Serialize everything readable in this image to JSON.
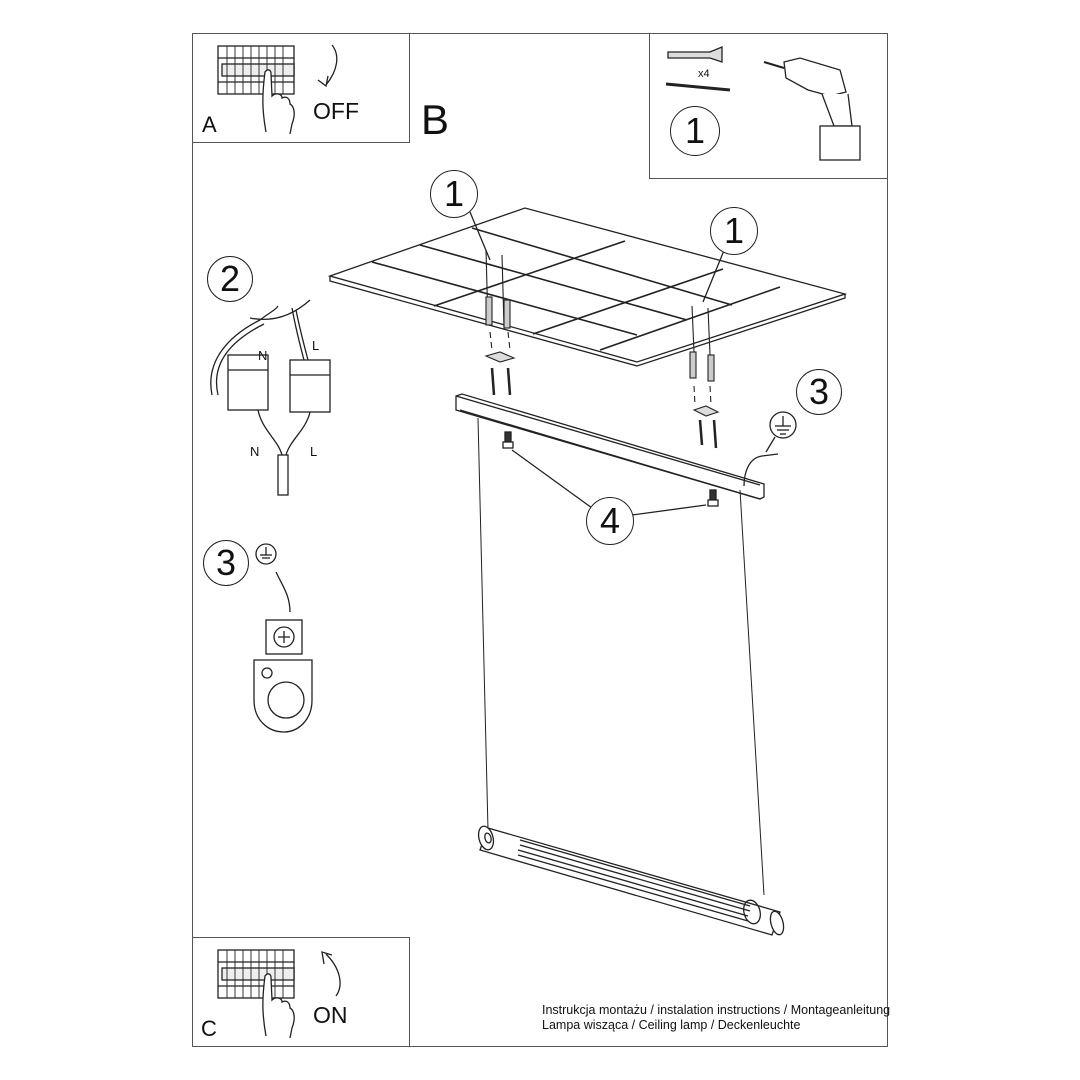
{
  "panels": {
    "a": {
      "letter": "A",
      "state": "OFF"
    },
    "b": {
      "letter": "B"
    },
    "c": {
      "letter": "C",
      "state": "ON"
    },
    "tools": {
      "quantity": "x4",
      "step": "1"
    }
  },
  "steps": {
    "ceiling_left": "1",
    "ceiling_right": "1",
    "wiring": "2",
    "ground_detail": "3",
    "ground_canopy": "3",
    "screws": "4"
  },
  "wiring_labels": {
    "n_top": "N",
    "l_top": "L",
    "n_bottom": "N",
    "l_bottom": "L"
  },
  "footer": {
    "line1": "Instrukcja montażu / instalation instructions / Montageanleitung",
    "line2": "Lampa wisząca / Ceiling lamp / Deckenleuchte"
  },
  "icons": [
    "circuit-breaker-icon",
    "hand-icon",
    "arrow-down-icon",
    "arrow-up-icon",
    "drill-icon",
    "wall-plug-icon",
    "screw-icon",
    "ground-symbol-icon",
    "terminal-block-icon",
    "ground-terminal-icon",
    "ceiling-grid",
    "ceiling-canopy",
    "tube-lamp"
  ],
  "colors": {
    "line": "#222222",
    "frame": "#555555",
    "background": "#ffffff"
  }
}
